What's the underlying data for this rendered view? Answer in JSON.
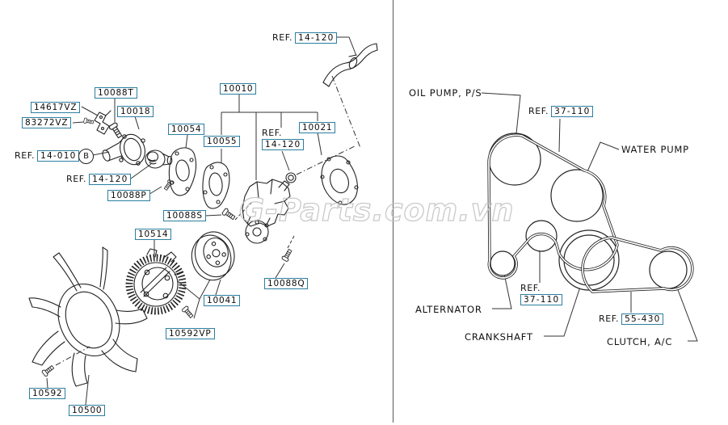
{
  "watermark_text": "G-Parts.com.vn",
  "colors": {
    "box_border": "#2b7e9f",
    "line_art": "#222222",
    "watermark": "#c0c0c0"
  },
  "exploded_view": {
    "part_labels": {
      "p10088t": "10088T",
      "p14617vz": "14617VZ",
      "p83272vz": "83272VZ",
      "p10018": "10018",
      "p10054": "10054",
      "p10055": "10055",
      "p10010": "10010",
      "p10021": "10021",
      "p10088p": "10088P",
      "p10088s": "10088S",
      "p10514": "10514",
      "p10041": "10041",
      "p10088q": "10088Q",
      "p10592vp": "10592VP",
      "p10592": "10592",
      "p10500": "10500"
    },
    "ref_prefix": "REF.",
    "ref_14_010": "14-010",
    "ref_14_120": "14-120",
    "b_marker": "B"
  },
  "belt_diagram": {
    "labels": {
      "oil_pump": "OIL PUMP, P/S",
      "water_pump": "WATER PUMP",
      "alternator": "ALTERNATOR",
      "crankshaft": "CRANKSHAFT",
      "clutch_ac": "CLUTCH, A/C"
    },
    "ref_prefix": "REF.",
    "ref_37_110": "37-110",
    "ref_55_430": "55-430"
  }
}
